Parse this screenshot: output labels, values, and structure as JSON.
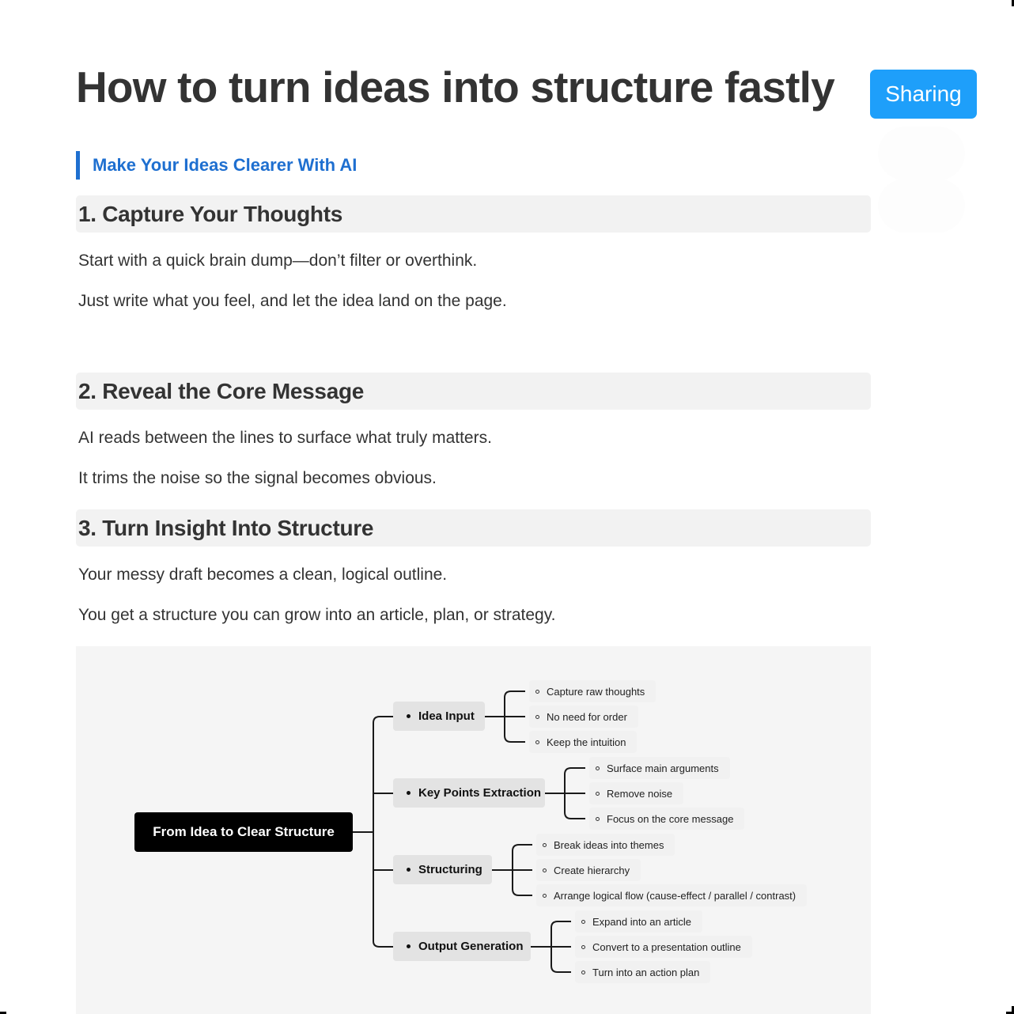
{
  "page": {
    "title": "How to turn ideas into structure fastly",
    "share_button": "Sharing",
    "subtitle": "Make Your Ideas Clearer With AI",
    "colors": {
      "accent_blue": "#1e6fd0",
      "button_blue": "#1e9ffa",
      "heading_bg": "#f2f2f2",
      "text": "#333333"
    }
  },
  "sections": [
    {
      "heading": "1. Capture Your Thoughts",
      "paragraphs": [
        "Start with a quick brain dump—don’t filter or overthink.",
        "Just write what you feel, and let the idea land on the page."
      ]
    },
    {
      "heading": "2. Reveal the Core Message",
      "paragraphs": [
        "AI reads between the lines to surface what truly matters.",
        "It trims the noise so the signal becomes obvious."
      ]
    },
    {
      "heading": "3. Turn Insight Into Structure",
      "paragraphs": [
        "Your messy draft becomes a clean, logical outline.",
        "You get a structure you can grow into an article, plan, or strategy."
      ]
    }
  ],
  "mindmap": {
    "root": "From Idea to Clear Structure",
    "branches": [
      {
        "label": "Idea Input",
        "children": [
          "Capture raw thoughts",
          "No need for order",
          "Keep the intuition"
        ]
      },
      {
        "label": "Key Points Extraction",
        "children": [
          "Surface main arguments",
          "Remove noise",
          "Focus on the core message"
        ]
      },
      {
        "label": "Structuring",
        "children": [
          "Break ideas into themes",
          "Create hierarchy",
          "Arrange logical flow (cause-effect / parallel / contrast)"
        ]
      },
      {
        "label": "Output Generation",
        "children": [
          "Expand into an article",
          "Convert to a presentation outline",
          "Turn into an action plan"
        ]
      }
    ]
  }
}
